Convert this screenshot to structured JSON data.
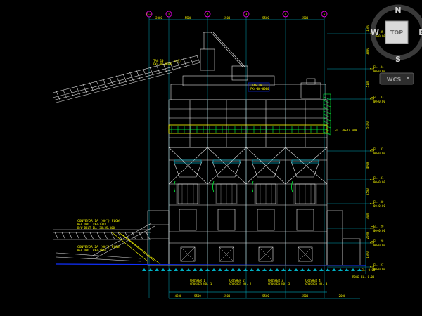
{
  "grid_bubbles": [
    "C-4",
    "1",
    "2",
    "3",
    "4",
    "5"
  ],
  "top_dims": [
    "2000",
    "5500",
    "5500",
    "5500",
    "5500"
  ],
  "elevations": [
    {
      "name": "EL. 35",
      "value": "00+0.00"
    },
    {
      "name": "EL. 34",
      "value": "00+0.00"
    },
    {
      "name": "EL. 33",
      "value": "00+0.00"
    },
    {
      "name": "EL. 32",
      "value": "00+0.00"
    },
    {
      "name": "EL. 31",
      "value": "00+0.00"
    },
    {
      "name": "EL. 30",
      "value": "00+0.00"
    },
    {
      "name": "EL. 29",
      "value": "00+0.00"
    },
    {
      "name": "EL. 28",
      "value": "00+0.00"
    },
    {
      "name": "EL. 27",
      "value": "00+0.00"
    }
  ],
  "mid_elevation": "EL. 38+47.000",
  "conveyor_notes": [
    {
      "title": "CONVEYOR 1A (60\") FLOW",
      "lines": [
        "REF DWG. 1X3-1318",
        "B/W BELT EL. 38+35.000"
      ]
    },
    {
      "title": "CONVEYOR 2A (60\") FLOW",
      "lines": [
        "REF DWG. FX3-1094"
      ]
    }
  ],
  "top_tag": {
    "title": "TAG 10",
    "sub": "FX4-06-0000"
  },
  "mid_tag": {
    "title": "TAG 10",
    "sub": "FX4-06-0000"
  },
  "chute_labels": [
    {
      "title": "CRUSHER 1",
      "sub": "CRUSHER NO. 1"
    },
    {
      "title": "CRUSHER 2",
      "sub": "CRUSHER NO. 2"
    },
    {
      "title": "CRUSHER 3",
      "sub": "CRUSHER NO. 3"
    },
    {
      "title": "CRUSHER 4",
      "sub": "CRUSHER NO. 4"
    }
  ],
  "bottom_dims": [
    "4500",
    "5500",
    "5500",
    "5500",
    "5500",
    "2000"
  ],
  "right_side_dims": [
    "1500",
    "3000",
    "5100",
    "5100",
    "4000",
    "2500",
    "3000",
    "2500",
    "1500"
  ],
  "bottom_right_label": "ROAD EL. 0.00",
  "ground_label": "EL. 0.00",
  "viewcube": {
    "north": "N",
    "south": "S",
    "face": "TOP",
    "wcs": "WCS"
  },
  "colors": {
    "cyan": "#00cfe8",
    "yellow": "#ffff00",
    "green": "#00ff3a",
    "white": "#e8e8e8",
    "magenta": "#ff00ff",
    "blue": "#1030ff",
    "grey": "#9a9a9a"
  }
}
